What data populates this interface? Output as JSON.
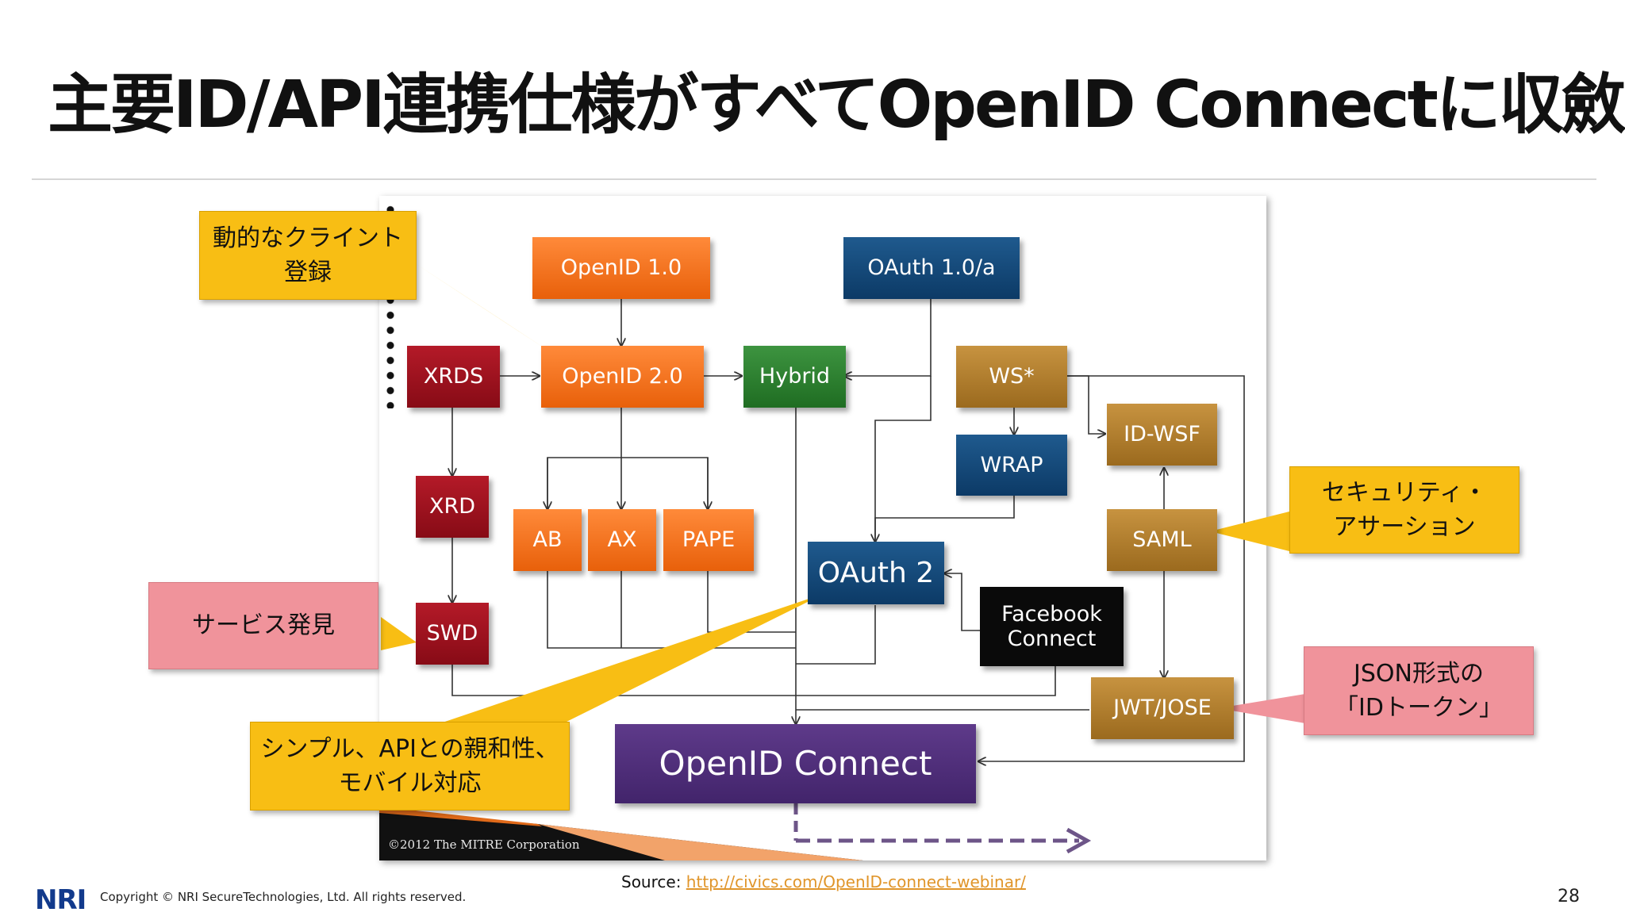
{
  "slide": {
    "title": "主要ID/API連携仕様がすべてOpenID Connectに収斂",
    "source_label": "Source: ",
    "source_link": "http://civics.com/OpenID-connect-webinar/",
    "copyright": "Copyright © NRI SecureTechnologies, Ltd. All rights reserved.",
    "logo_text": "NRI",
    "page_number": "28"
  },
  "diagram": {
    "watermark": "©2012 The MITRE Corporation",
    "nodes": {
      "openid10": "OpenID 1.0",
      "oauth10a": "OAuth 1.0/a",
      "xrds": "XRDS",
      "openid20": "OpenID 2.0",
      "hybrid": "Hybrid",
      "ws": "WS*",
      "idwsf": "ID-WSF",
      "wrap": "WRAP",
      "xrd": "XRD",
      "ab": "AB",
      "ax": "AX",
      "pape": "PAPE",
      "oauth2": "OAuth 2",
      "saml": "SAML",
      "facebook": "Facebook\nConnect",
      "swd": "SWD",
      "jwt": "JWT/JOSE",
      "openid_connect": "OpenID Connect"
    },
    "colors": {
      "orange": "#f07020",
      "navy": "#0f426f",
      "red": "#9a1020",
      "green": "#2a7d2d",
      "brown": "#b07d2a",
      "purple": "#4d2d78",
      "callout_yellow": "#f8be14",
      "callout_pink": "#f0939b"
    }
  },
  "callouts": {
    "dynamic_registration": "動的なクライント\n登録",
    "service_discovery": "サービス発見",
    "simple_api": "シンプル、APIとの親和性、\nモバイル対応",
    "security_assertion": "セキュリティ・\nアサーション",
    "id_token": "JSON形式の\n「IDトークン」"
  }
}
